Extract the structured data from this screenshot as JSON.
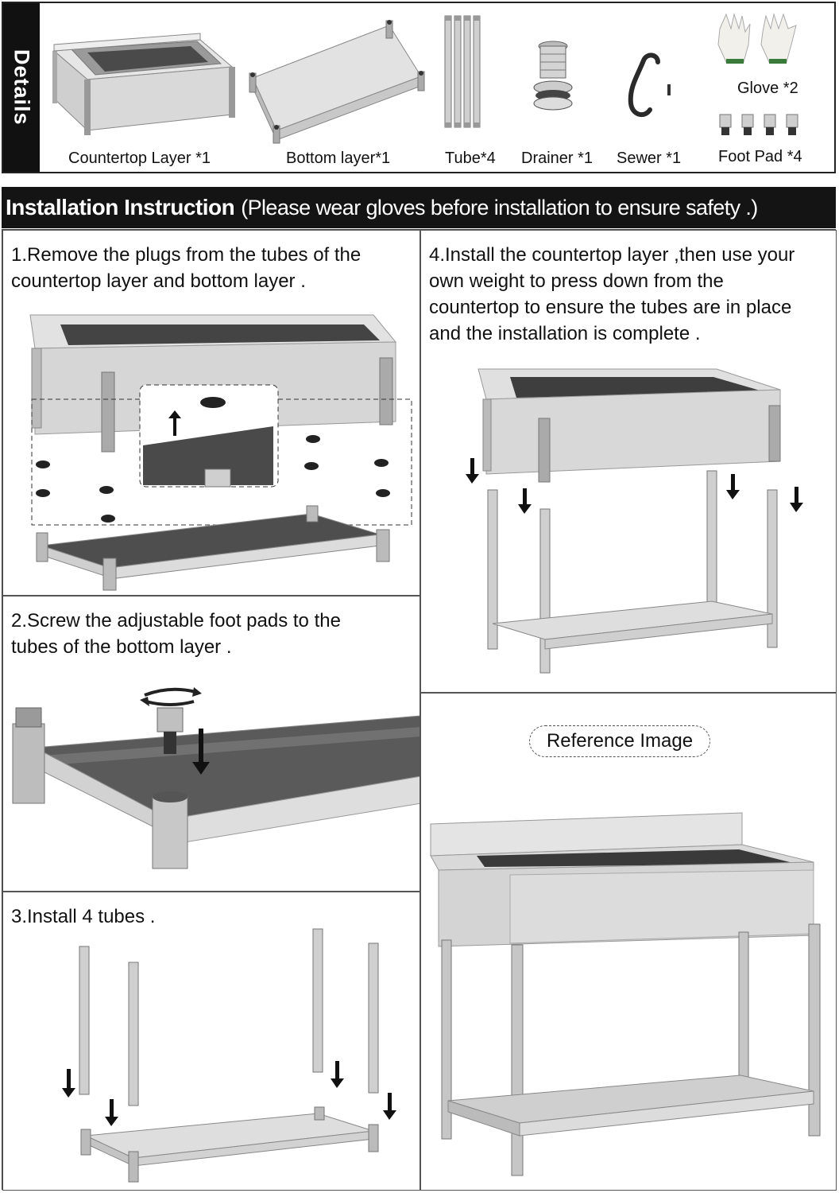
{
  "details": {
    "tab_label": "Details",
    "parts": [
      {
        "label": "Countertop Layer *1",
        "icon": "sink-countertop-icon"
      },
      {
        "label": "Bottom layer*1",
        "icon": "bottom-shelf-icon"
      },
      {
        "label": "Tube*4",
        "icon": "tubes-icon"
      },
      {
        "label": "Drainer *1",
        "icon": "drainer-icon"
      },
      {
        "label": "Sewer *1",
        "icon": "sewer-hose-icon"
      },
      {
        "label": "Glove *2",
        "icon": "gloves-icon"
      },
      {
        "label": "Foot Pad *4",
        "icon": "foot-pads-icon"
      }
    ]
  },
  "installation": {
    "title": "Installation  Instruction",
    "note": "(Please wear gloves before installation to ensure safety .)"
  },
  "steps": [
    {
      "text_lines": [
        "1.Remove the plugs from the tubes of the",
        "countertop layer and bottom layer ."
      ]
    },
    {
      "text_lines": [
        "2.Screw the adjustable foot pads to the",
        "tubes of the bottom layer ."
      ]
    },
    {
      "text_lines": [
        "3.Install 4 tubes ."
      ]
    },
    {
      "text_lines": [
        "4.Install the countertop layer ,then use your",
        "own weight to press down from the",
        "countertop to ensure the tubes are in place",
        "and the installation is complete ."
      ]
    }
  ],
  "reference": {
    "label": "Reference Image"
  },
  "colors": {
    "steel_light": "#e4e4e4",
    "steel_mid": "#bdbdbd",
    "steel_dark": "#5a5a5a",
    "basin": "#3c3c3c",
    "header_bg": "#141414"
  }
}
